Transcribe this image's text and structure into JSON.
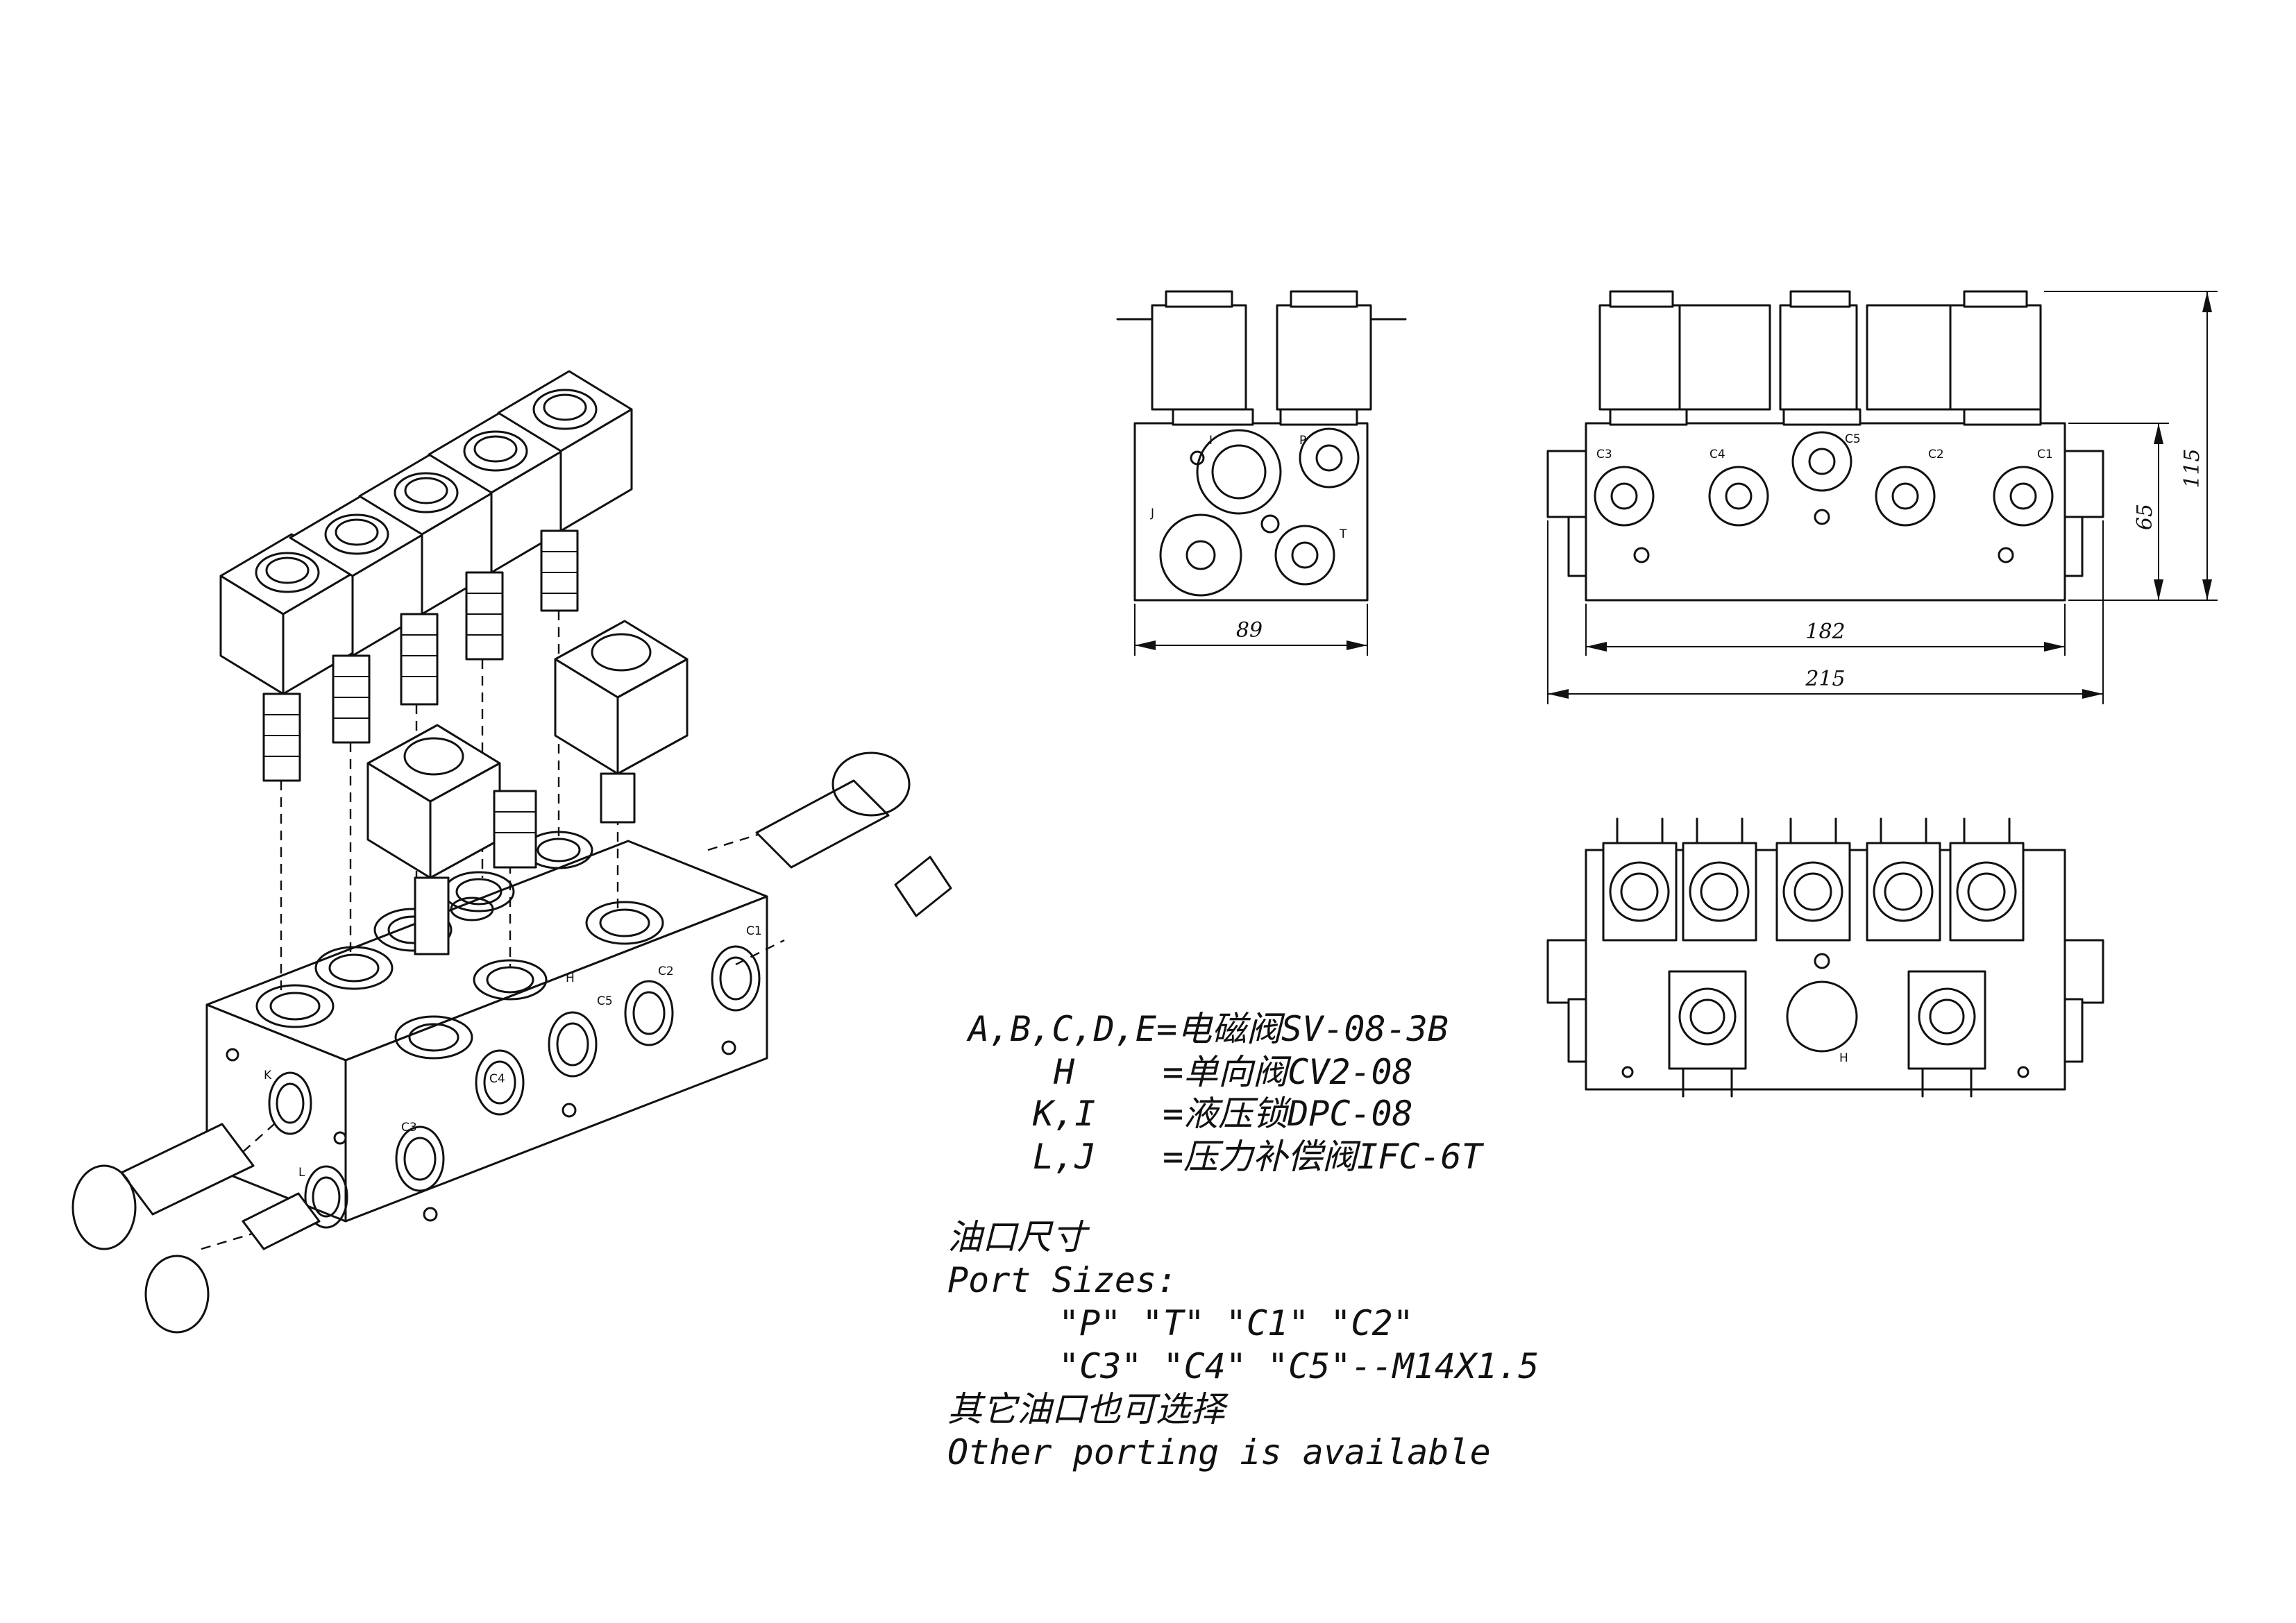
{
  "valve_list": [
    {
      "codes": "A,B,C,D,E",
      "sep": "=",
      "desc": "电磁阀SV-08-3B"
    },
    {
      "codes": "H",
      "sep": "=",
      "desc": "单向阀CV2-08"
    },
    {
      "codes": "K,I",
      "sep": "=",
      "desc": "液压锁DPC-08"
    },
    {
      "codes": "L,J",
      "sep": "=",
      "desc": "压力补偿阀IFC-6T"
    }
  ],
  "port_sizes": {
    "title_cn": "油口尺寸",
    "title_en": "Port Sizes:",
    "line1": "\"P\" \"T\" \"C1\" \"C2\"",
    "line2": "\"C3\" \"C4\" \"C5\"--M14X1.5",
    "other_cn": "其它油口也可选择",
    "other_en": "Other porting is available"
  },
  "dimensions": {
    "side_width": "89",
    "front_body_width": "182",
    "front_overall_width": "215",
    "body_height": "65",
    "overall_height": "115"
  },
  "side_view_ports": [
    "I",
    "P",
    "J",
    "T"
  ],
  "front_view_ports": [
    "C3",
    "C4",
    "C5",
    "C2",
    "C1"
  ],
  "top_view_ports": [
    "H"
  ],
  "iso_view_ports": [
    "C1",
    "C2",
    "C3",
    "C4",
    "C5",
    "H",
    "K",
    "L"
  ]
}
